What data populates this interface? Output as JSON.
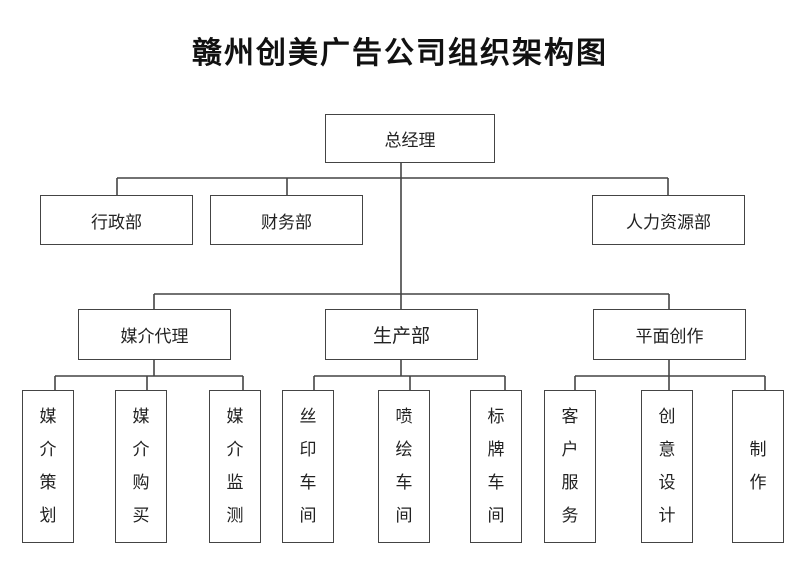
{
  "title": "赣州创美广告公司组织架构图",
  "top": "总经理",
  "level2": [
    "行政部",
    "财务部",
    "人力资源部"
  ],
  "level3": [
    "媒介代理",
    "生产部",
    "平面创作"
  ],
  "media": [
    "媒介策划",
    "媒介购买",
    "媒介监测"
  ],
  "production": [
    "丝印车间",
    "喷绘车间",
    "标牌车间"
  ],
  "design": [
    "客户服务",
    "创意设计",
    "制作"
  ]
}
